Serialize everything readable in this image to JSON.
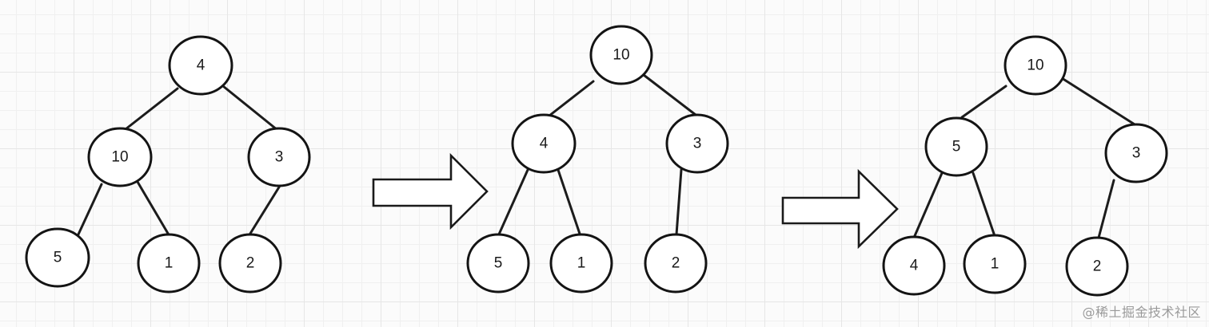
{
  "diagram": {
    "trees": [
      {
        "nodes": [
          {
            "id": "a",
            "label": "4"
          },
          {
            "id": "b",
            "label": "10"
          },
          {
            "id": "c",
            "label": "3"
          },
          {
            "id": "d",
            "label": "5"
          },
          {
            "id": "e",
            "label": "1"
          },
          {
            "id": "f",
            "label": "2"
          }
        ],
        "edges": [
          [
            "a",
            "b"
          ],
          [
            "a",
            "c"
          ],
          [
            "b",
            "d"
          ],
          [
            "b",
            "e"
          ],
          [
            "c",
            "f"
          ]
        ]
      },
      {
        "nodes": [
          {
            "id": "a",
            "label": "10"
          },
          {
            "id": "b",
            "label": "4"
          },
          {
            "id": "c",
            "label": "3"
          },
          {
            "id": "d",
            "label": "5"
          },
          {
            "id": "e",
            "label": "1"
          },
          {
            "id": "f",
            "label": "2"
          }
        ],
        "edges": [
          [
            "a",
            "b"
          ],
          [
            "a",
            "c"
          ],
          [
            "b",
            "d"
          ],
          [
            "b",
            "e"
          ],
          [
            "c",
            "f"
          ]
        ]
      },
      {
        "nodes": [
          {
            "id": "a",
            "label": "10"
          },
          {
            "id": "b",
            "label": "5"
          },
          {
            "id": "c",
            "label": "3"
          },
          {
            "id": "d",
            "label": "4"
          },
          {
            "id": "e",
            "label": "1"
          },
          {
            "id": "f",
            "label": "2"
          }
        ],
        "edges": [
          [
            "a",
            "b"
          ],
          [
            "a",
            "c"
          ],
          [
            "b",
            "d"
          ],
          [
            "b",
            "e"
          ],
          [
            "c",
            "f"
          ]
        ]
      }
    ],
    "arrow_count": 2
  },
  "watermark": "@稀土掘金技术社区"
}
